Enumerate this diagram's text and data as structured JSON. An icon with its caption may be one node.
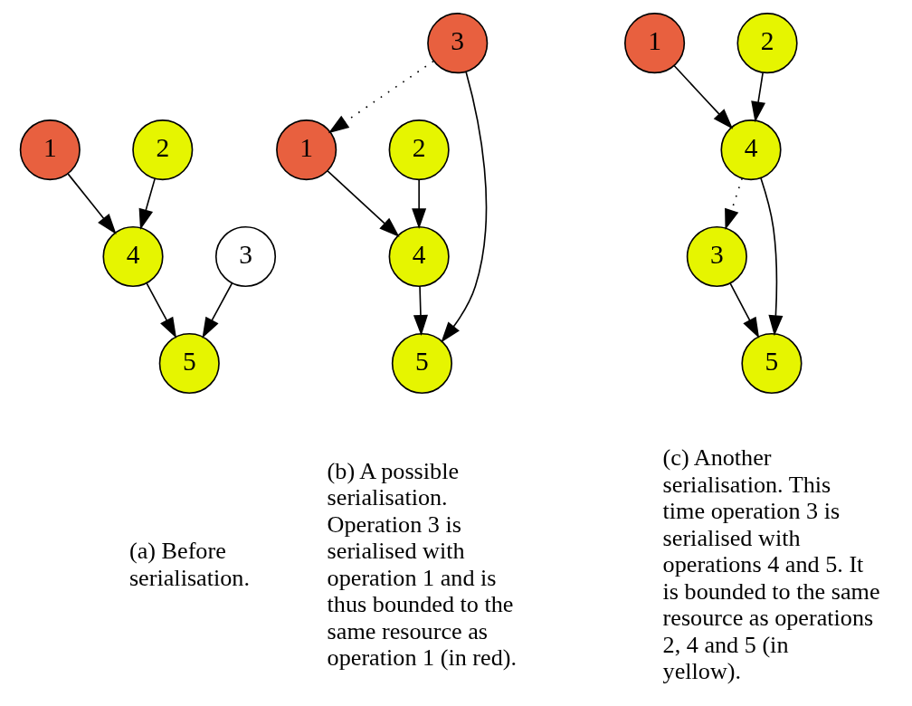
{
  "diagram": {
    "nodes": [
      {
        "text": [
          "1"
        ]
      },
      {
        "text": [
          "2"
        ]
      },
      {
        "text": [
          "3"
        ]
      },
      {
        "text": [
          "4"
        ]
      },
      {
        "text": [
          "5"
        ]
      },
      {
        "text": [
          "3"
        ]
      },
      {
        "text": [
          "1"
        ]
      },
      {
        "text": [
          "2"
        ]
      },
      {
        "text": [
          "4"
        ]
      },
      {
        "text": [
          "5"
        ]
      },
      {
        "text": [
          "1"
        ]
      },
      {
        "text": [
          "2"
        ]
      },
      {
        "text": [
          "4"
        ]
      },
      {
        "text": [
          "3"
        ]
      },
      {
        "text": [
          "5"
        ]
      }
    ],
    "edges": [
      {
        "from": 0,
        "to": 3,
        "arrow": "to"
      },
      {
        "from": 1,
        "to": 3,
        "arrow": "to"
      },
      {
        "from": 3,
        "to": 4,
        "arrow": "to"
      },
      {
        "from": 2,
        "to": 4,
        "arrow": "to"
      },
      {
        "from": 5,
        "to": 6,
        "arrow": "to",
        "style": "dashed"
      },
      {
        "from": 6,
        "to": 8,
        "arrow": "to"
      },
      {
        "from": 7,
        "to": 8,
        "arrow": "to"
      },
      {
        "from": 8,
        "to": 9,
        "arrow": "to"
      },
      {
        "from": 5,
        "to": 9,
        "arrow": "to"
      },
      {
        "from": 10,
        "to": 12,
        "arrow": "to"
      },
      {
        "from": 11,
        "to": 12,
        "arrow": "to"
      },
      {
        "from": 12,
        "to": 13,
        "arrow": "to",
        "style": "dashed"
      },
      {
        "from": 12,
        "to": 14,
        "arrow": "to"
      },
      {
        "from": 13,
        "to": 14,
        "arrow": "to"
      }
    ],
    "labels": [
      "(a) Before serialisation.",
      "(b) A possible serialisation. Operation 3 is serialised with operation 1 and is thus bounded to the same resource as operation 1 (in red).",
      "(c) Another serialisation. This time operation 3 is serialised with operations 4 and 5. It is bounded to the same resource as operations 2, 4 and 5 (in yellow)."
    ]
  }
}
